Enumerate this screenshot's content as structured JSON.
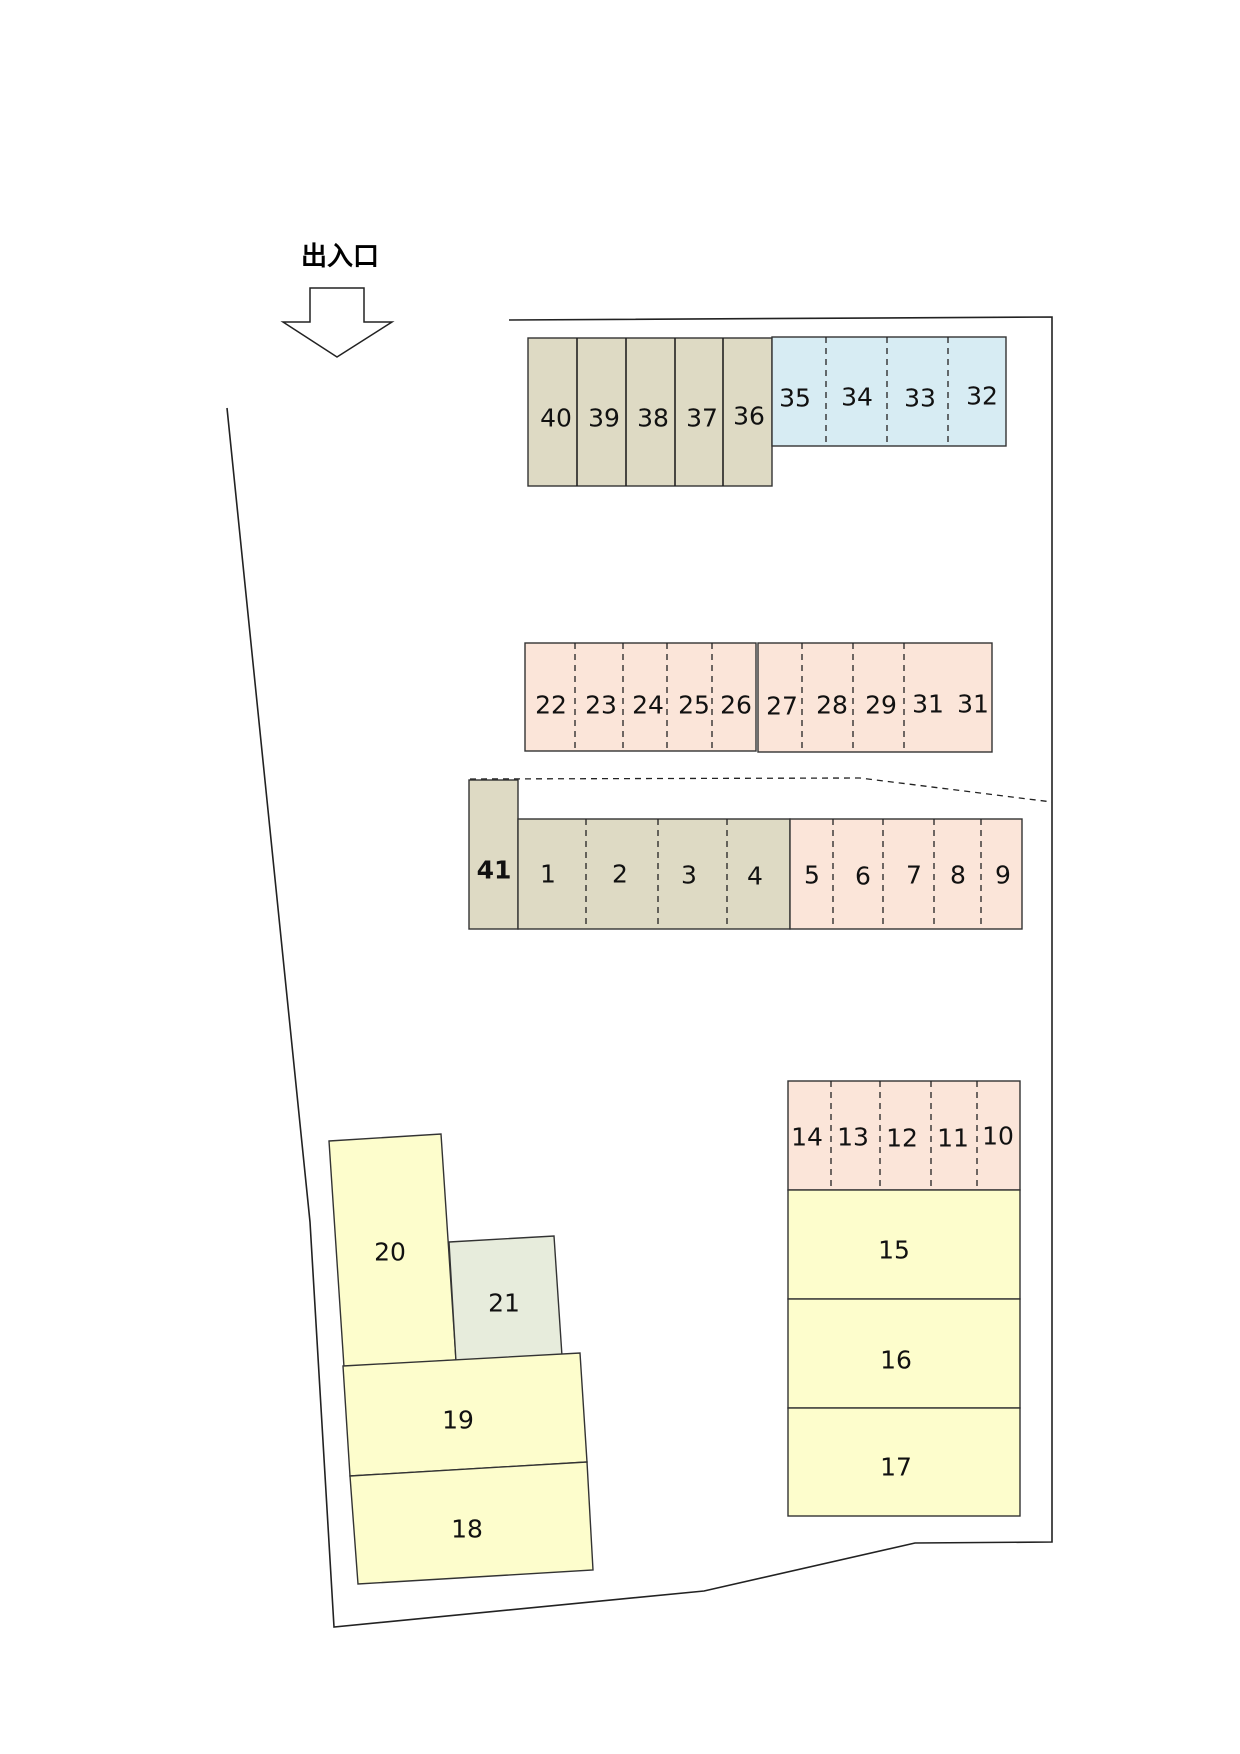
{
  "entrance": {
    "label": "出入口",
    "icon": "down-arrow-icon"
  },
  "colors": {
    "tan": "#dedac4",
    "blue": "#d7ecf3",
    "peach": "#fbe5d9",
    "yellow": "#fdfdcc",
    "green": "#e7ecdc",
    "line": "#222222"
  },
  "rows": {
    "top_tan": [
      "40",
      "39",
      "38",
      "37",
      "36"
    ],
    "top_blue": [
      "35",
      "34",
      "33",
      "32"
    ],
    "mid_left": [
      "22",
      "23",
      "24",
      "25",
      "26"
    ],
    "mid_right": [
      "27",
      "28",
      "29",
      "31",
      "31"
    ],
    "lower_single": "41",
    "lower_tan": [
      "1",
      "2",
      "3",
      "4"
    ],
    "lower_peach": [
      "5",
      "6",
      "7",
      "8",
      "9"
    ],
    "right_peach": [
      "14",
      "13",
      "12",
      "11",
      "10"
    ],
    "right_yellow": [
      "15",
      "16",
      "17"
    ],
    "left_group": {
      "a": "20",
      "b": "21",
      "c": "19",
      "d": "18"
    }
  }
}
